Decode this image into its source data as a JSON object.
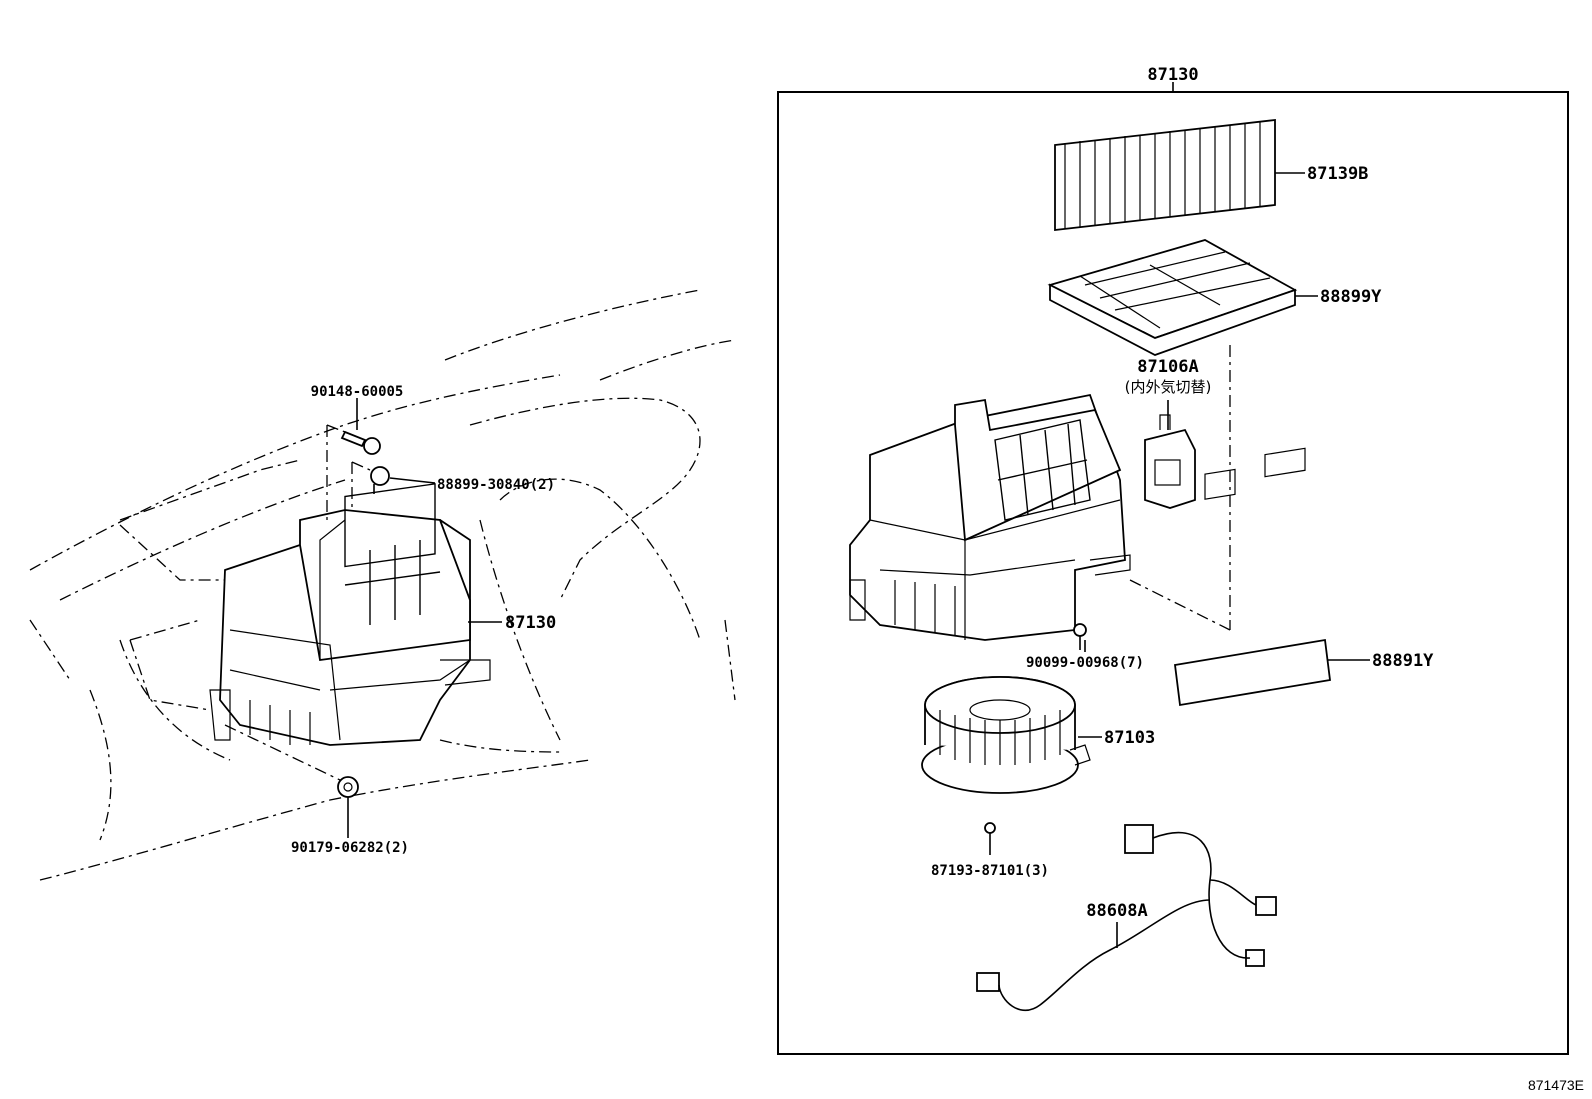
{
  "diagram": {
    "figure_id": "871473E",
    "assembly_group": "87130",
    "callouts": {
      "bolt_top": "90148-60005",
      "clip": "88899-30840(2)",
      "blower_unit_left": "87130",
      "nut_bottom": "90179-06282(2)",
      "cabin_filter": "87139B",
      "filter_cover": "88899Y",
      "servo_motor": "87106A",
      "servo_motor_note": "(内外気切替)",
      "screw_mid": "90099-00968(7)",
      "resistor": "88891Y",
      "blower_motor": "87103",
      "motor_screw": "87193-87101(3)",
      "wire_harness": "88608A"
    }
  }
}
